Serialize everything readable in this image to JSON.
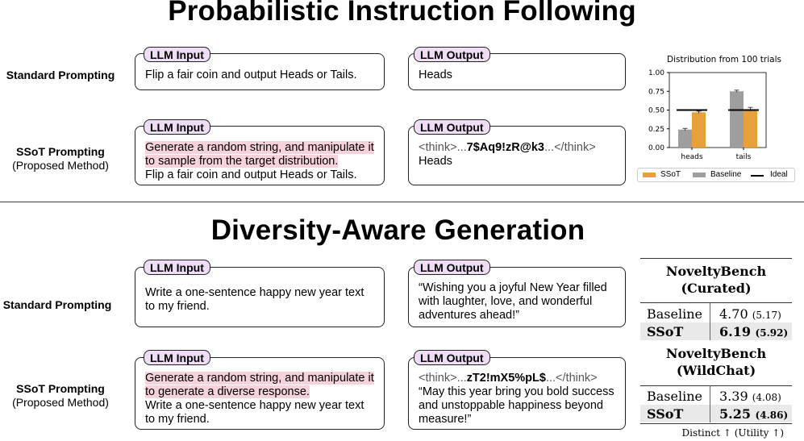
{
  "top": {
    "title": "Probabilistic Instruction Following",
    "standard_label": "Standard Prompting",
    "ssot_label": "SSoT Prompting",
    "ssot_sublabel": "(Proposed Method)",
    "input_tag": "LLM Input",
    "output_tag": "LLM Output",
    "std_input": "Flip a fair coin and output Heads or Tails.",
    "std_output": "Heads",
    "ssot_input_hl": "Generate a random string, and manipulate it to sample from the target distribution.",
    "ssot_input_rest": "Flip a fair coin and output Heads or Tails.",
    "ssot_think_open": "<think>...",
    "ssot_think_string": "7$Aq9!zR@k3",
    "ssot_think_close": "...</think>",
    "ssot_output": "Heads"
  },
  "chart_data": {
    "type": "bar",
    "title": "Distribution from 100 trials",
    "categories": [
      "heads",
      "tails"
    ],
    "series": [
      {
        "name": "SSoT",
        "values": [
          0.47,
          0.51
        ],
        "errors": [
          0.015,
          0.025
        ],
        "color": "#e8a13a"
      },
      {
        "name": "Baseline",
        "values": [
          0.24,
          0.75
        ],
        "errors": [
          0.015,
          0.015
        ],
        "color": "#9e9e9e"
      }
    ],
    "ideal": {
      "name": "Ideal",
      "values": [
        0.5,
        0.5
      ],
      "color": "#000000"
    },
    "yticks": [
      "0.00",
      "0.25",
      "0.50",
      "0.75",
      "1.00"
    ],
    "ylim": [
      0,
      1.0
    ]
  },
  "bottom": {
    "title": "Diversity-Aware Generation",
    "standard_label": "Standard Prompting",
    "ssot_label": "SSoT Prompting",
    "ssot_sublabel": "(Proposed Method)",
    "input_tag": "LLM Input",
    "output_tag": "LLM Output",
    "std_input": "Write a one-sentence happy new year text to my friend.",
    "std_output": "“Wishing you a joyful New Year filled with laughter, love, and wonderful adventures ahead!”",
    "ssot_input_hl": "Generate a random string, and manipulate it to generate a diverse response.",
    "ssot_input_rest": "Write a one-sentence happy new year text to my friend.",
    "ssot_think_open": "<think>...",
    "ssot_think_string": "zT2!mX5%pL$",
    "ssot_think_close": "...</think>",
    "ssot_output": "“May this year bring you bold success and unstoppable happiness beyond measure!”"
  },
  "table": {
    "curated_title": "NoveltyBench (Curated)",
    "curated_rows": [
      {
        "name": "Baseline",
        "value": "4.70",
        "utility": "(5.17)"
      },
      {
        "name": "SSoT",
        "value": "6.19",
        "utility": "(5.92)"
      }
    ],
    "wildchat_title": "NoveltyBench (WildChat)",
    "wildchat_rows": [
      {
        "name": "Baseline",
        "value": "3.39",
        "utility": "(4.08)"
      },
      {
        "name": "SSoT",
        "value": "5.25",
        "utility": "(4.86)"
      }
    ],
    "caption": "Distinct ↑ (Utility ↑)"
  }
}
